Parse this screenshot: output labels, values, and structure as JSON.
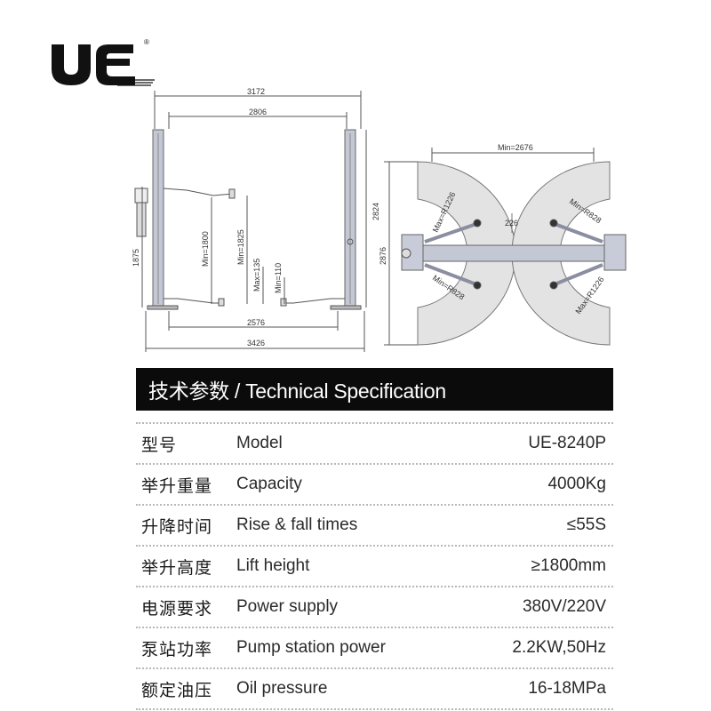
{
  "brand": {
    "logo_text": "UE",
    "registered_mark": "®"
  },
  "drawings": {
    "front_view": {
      "dims": {
        "overall_width": "3172",
        "inner_width": "2806",
        "base_width": "3426",
        "drive_through": "2576",
        "column_height": "2824",
        "overall_height": "1875",
        "min_height": "Min=1800",
        "pad_height": "Min=1825",
        "max_pad": "Max=135",
        "min_pad": "Min=110"
      }
    },
    "top_view": {
      "dims": {
        "span": "Min=2676",
        "gap": "226",
        "depth": "2876",
        "r1": "Max=R1226",
        "r2": "Min=R828",
        "r3": "Min=R828",
        "r4": "Max=R1226"
      }
    }
  },
  "spec": {
    "header": "技术参数 / Technical Specification",
    "rows": [
      {
        "cn": "型号",
        "en": "Model",
        "value": "UE-8240P"
      },
      {
        "cn": "举升重量",
        "en": "Capacity",
        "value": "4000Kg"
      },
      {
        "cn": "升降时间",
        "en": "Rise & fall times",
        "value": "≤55S"
      },
      {
        "cn": "举升高度",
        "en": "Lift height",
        "value": "≥1800mm"
      },
      {
        "cn": "电源要求",
        "en": "Power supply",
        "value": "380V/220V"
      },
      {
        "cn": "泵站功率",
        "en": "Pump station power",
        "value": "2.2KW,50Hz"
      },
      {
        "cn": "额定油压",
        "en": "Oil pressure",
        "value": "16-18MPa"
      }
    ]
  }
}
